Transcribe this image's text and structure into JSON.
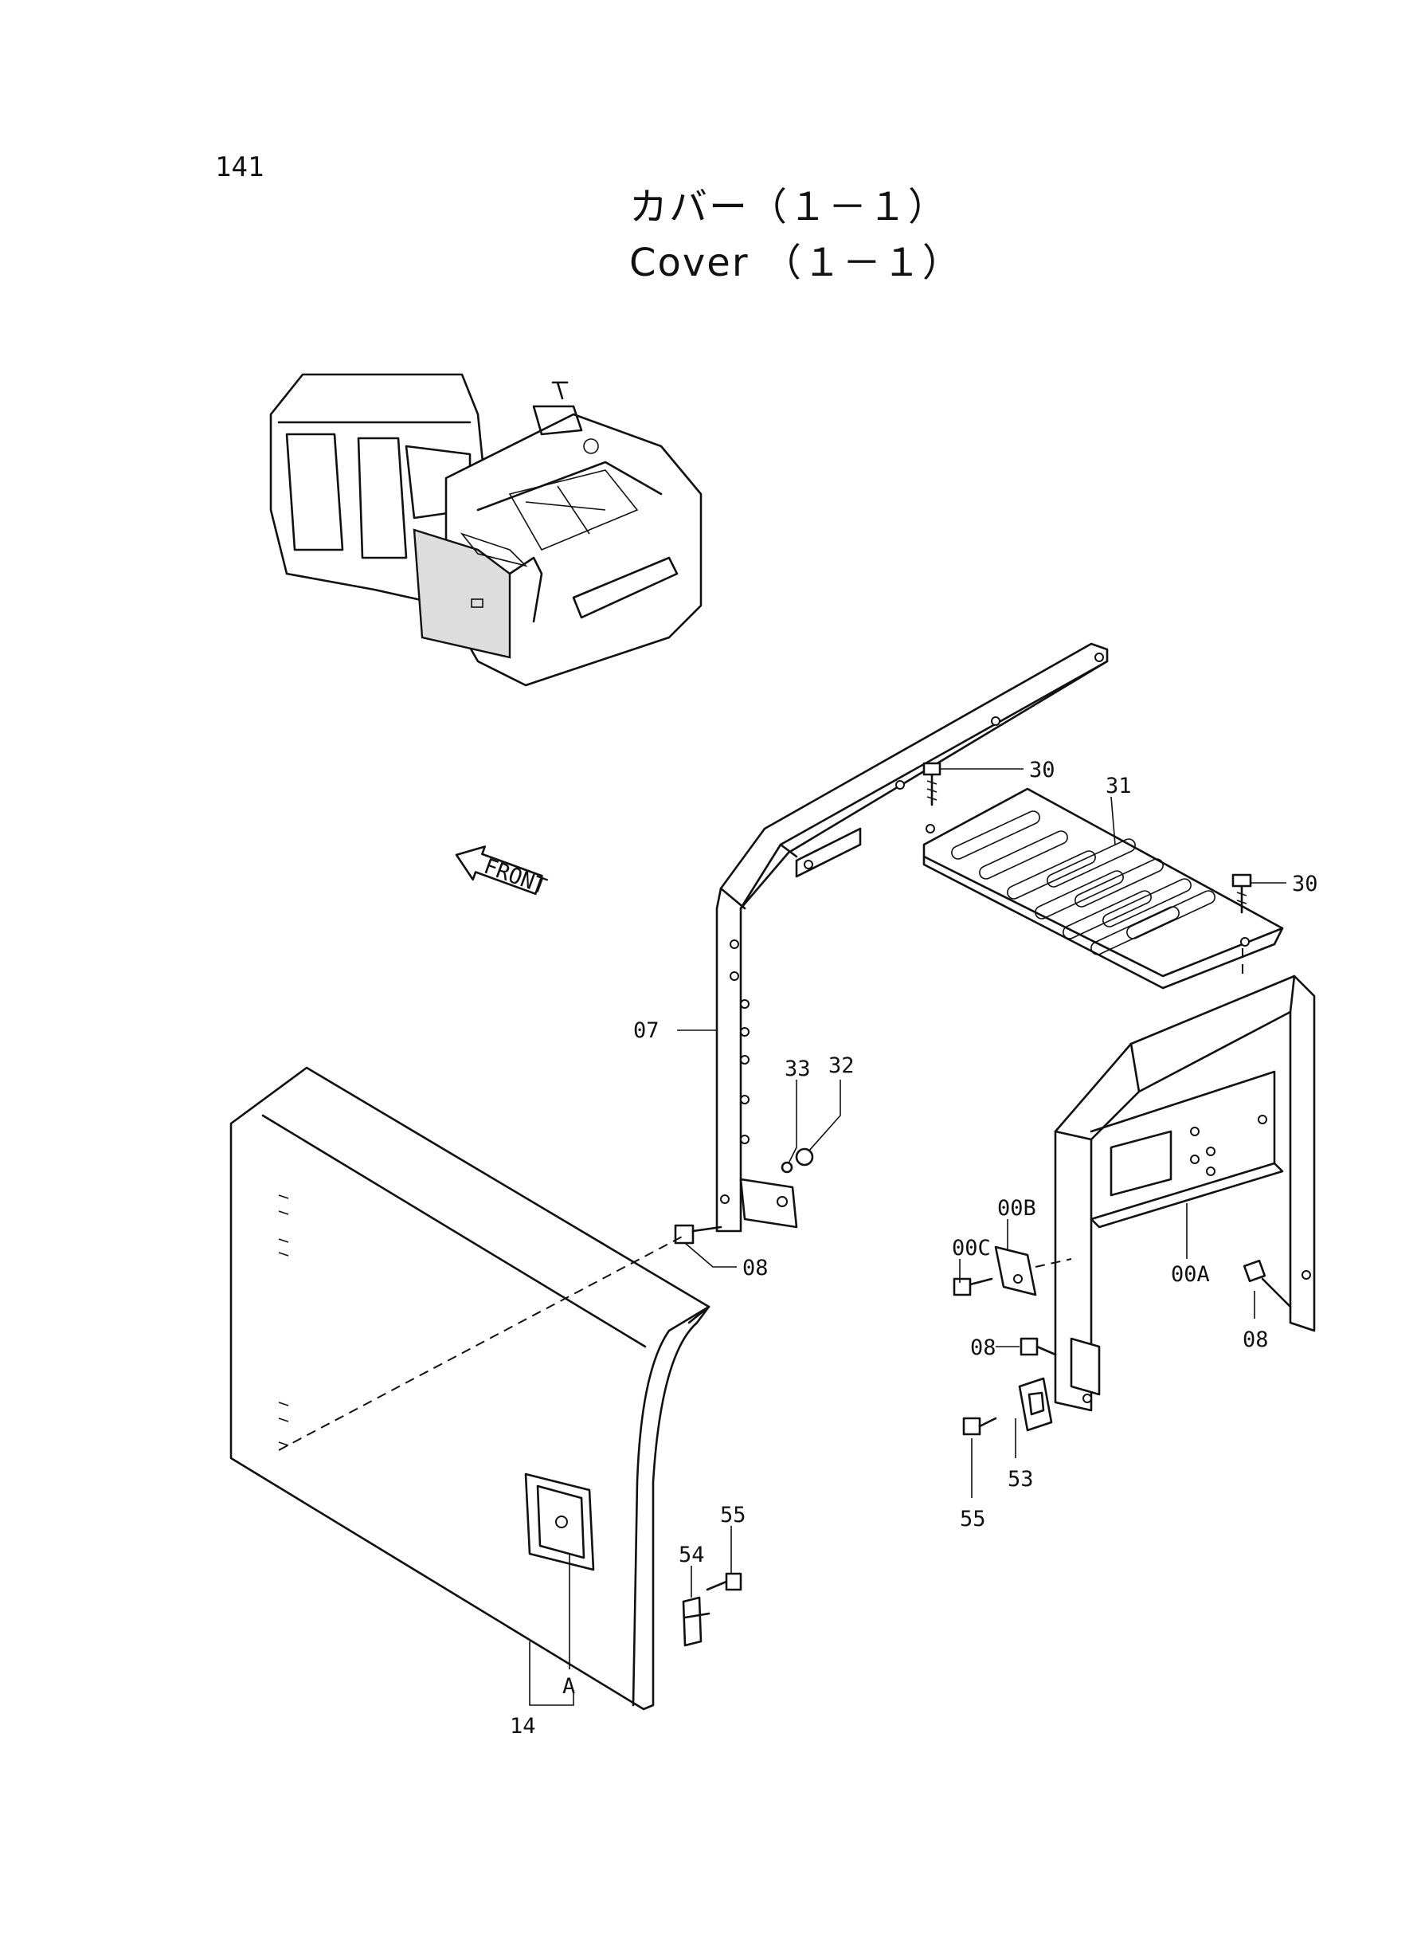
{
  "page_number": "141",
  "title_jp": "カバー（１－１）",
  "title_en": "Cover （１－１）",
  "front_label": "FRONT",
  "callouts": {
    "c07": "07",
    "c08a": "08",
    "c08b": "08",
    "c08c": "08",
    "c30a": "30",
    "c30b": "30",
    "c31": "31",
    "c32": "32",
    "c33": "33",
    "c00A": "00A",
    "c00B": "00B",
    "c00C": "00C",
    "c53": "53",
    "c54": "54",
    "c55a": "55",
    "c55b": "55",
    "cA": "A",
    "c14": "14"
  }
}
